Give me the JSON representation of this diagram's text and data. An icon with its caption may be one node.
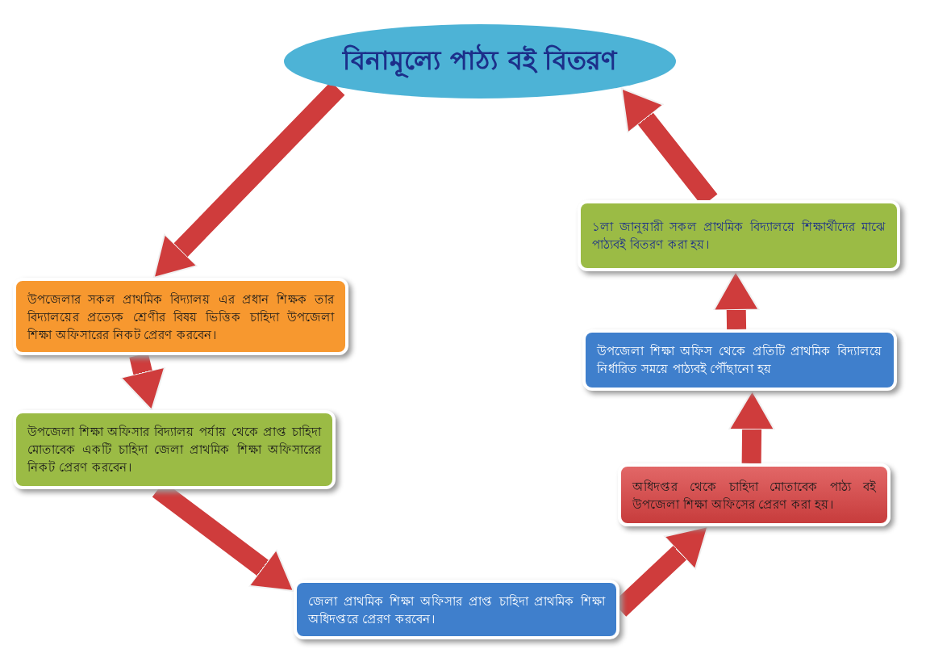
{
  "diagram": {
    "nodes": [
      {
        "text": [
          "বিনামূল্যে পাঠ্য বই বিতরণ"
        ]
      },
      {
        "text": [
          "উপজেলার সকল প্রাথমিক বিদ্যালয় এর প্রধান শিক্ষক তার বিদ্যালয়ের প্রত্যেক শ্রেণীর বিষয় ভিত্তিক চাহিদা উপজেলা শিক্ষা অফিসারের নিকট প্রেরণ করবেন।"
        ]
      },
      {
        "text": [
          "উপজেলা শিক্ষা অফিসার বিদ্যালয় পর্যায় থেকে প্রাপ্ত চাহিদা মোতাবেক একটি চাহিদা জেলা প্রাথমিক শিক্ষা অফিসারের নিকট প্রেরণ করবেন।"
        ]
      },
      {
        "text": [
          "জেলা প্রাথমিক শিক্ষা অফিসার প্রাপ্ত চাহিদা প্রাথমিক শিক্ষা অধিদপ্তরে প্রেরণ করবেন।"
        ]
      },
      {
        "text": [
          "অধিদপ্তর থেকে চাহিদা মোতাবেক পাঠ্য বই উপজেলা শিক্ষা অফিসের প্রেরণ করা হয়।"
        ]
      },
      {
        "text": [
          "উপজেলা শিক্ষা অফিস থেকে প্রতিটি প্রাথমিক বিদ্যালয়ে নির্ধারিত সময়ে পাঠ্যবই পৌঁছানো হয়"
        ]
      },
      {
        "text": [
          "১লা জানুয়ারী সকল প্রাথমিক বিদ্যালয়ে শিক্ষার্থীদের মাঝে পাঠ্যবই বিতরণ করা হয়।"
        ]
      }
    ],
    "edges": [
      {
        "from": 0,
        "to": 1,
        "arrow": "to"
      },
      {
        "from": 1,
        "to": 2,
        "arrow": "to"
      },
      {
        "from": 2,
        "to": 3,
        "arrow": "to"
      },
      {
        "from": 3,
        "to": 4,
        "arrow": "to"
      },
      {
        "from": 4,
        "to": 5,
        "arrow": "to"
      },
      {
        "from": 5,
        "to": 6,
        "arrow": "to"
      },
      {
        "from": 6,
        "to": 0,
        "arrow": "to"
      }
    ]
  }
}
